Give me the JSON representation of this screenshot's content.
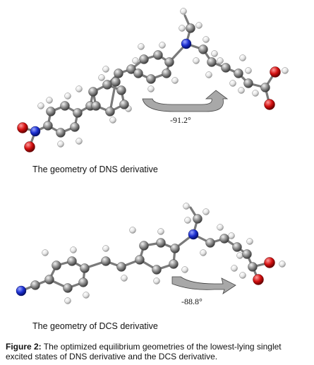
{
  "figure": {
    "label": "Figure 2:",
    "caption": "The optimized equilibrium geometries of the lowest-lying singlet excited states of DNS derivative and the DCS derivative."
  },
  "panels": [
    {
      "caption": "The geometry of DNS derivative",
      "angle": "-91.2°"
    },
    {
      "caption": "The geometry of DCS derivative",
      "angle": "-88.8°"
    }
  ],
  "colors": {
    "carbon": "#8c8c8c",
    "hydrogen": "#e6e6e6",
    "nitrogen": "#1b2fd1",
    "oxygen": "#d41010",
    "arrow": "#a8a8a8"
  }
}
